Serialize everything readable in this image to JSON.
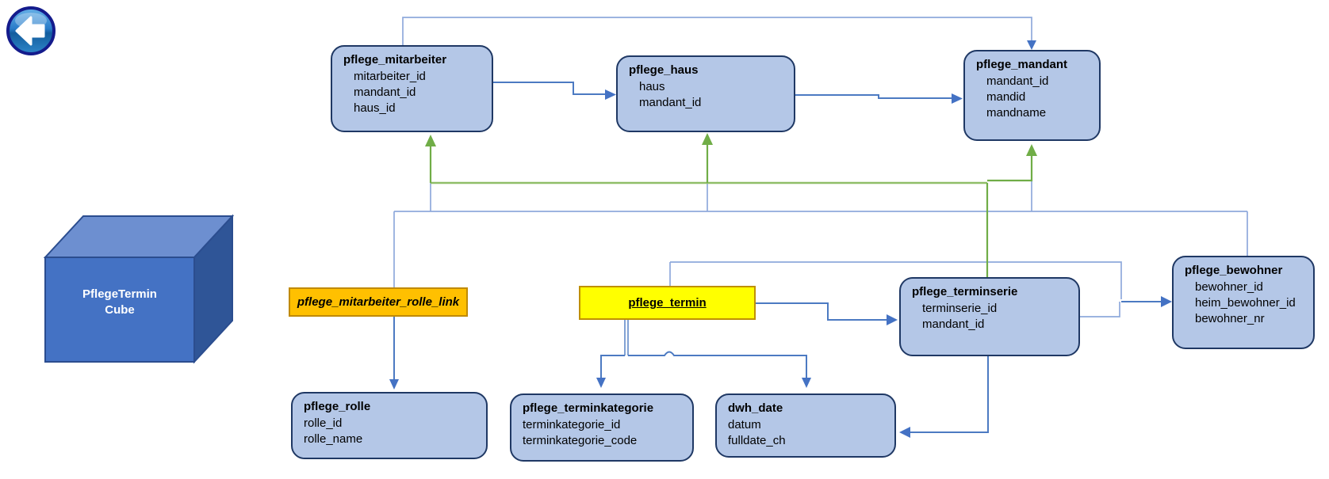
{
  "palette": {
    "entity_fill": "#b4c7e7",
    "entity_border": "#1f3864",
    "line_blue": "#4472c4",
    "line_light_blue": "#8faadc",
    "line_green": "#70ad47",
    "orange_fill": "#ffc000",
    "yellow_fill": "#ffff00",
    "link_border": "#bf9000",
    "cube_front": "#4472c4",
    "cube_top": "#6d8fd0",
    "cube_side": "#2f5597"
  },
  "back_button": {
    "icon": "arrow-left-icon"
  },
  "cube": {
    "line1": "PflegeTermin",
    "line2": "Cube"
  },
  "entities": {
    "mitarbeiter": {
      "title": "pflege_mitarbeiter",
      "fields": [
        "mitarbeiter_id",
        "mandant_id",
        "haus_id"
      ]
    },
    "haus": {
      "title": "pflege_haus",
      "fields": [
        "haus",
        "mandant_id"
      ]
    },
    "mandant": {
      "title": "pflege_mandant",
      "fields": [
        "mandant_id",
        "mandid",
        "mandname"
      ]
    },
    "mitarbeiter_rolle_link": {
      "title": "pflege_mitarbeiter_rolle_link"
    },
    "termin": {
      "title": "pflege_termin"
    },
    "terminserie": {
      "title": "pflege_terminserie",
      "fields": [
        "terminserie_id",
        "mandant_id"
      ]
    },
    "bewohner": {
      "title": "pflege_bewohner",
      "fields": [
        "bewohner_id",
        "heim_bewohner_id",
        "bewohner_nr"
      ]
    },
    "rolle": {
      "title": "pflege_rolle",
      "fields": [
        "rolle_id",
        "rolle_name"
      ]
    },
    "terminkategorie": {
      "title": "pflege_terminkategorie",
      "fields": [
        "terminkategorie_id",
        "terminkategorie_code"
      ]
    },
    "dwh_date": {
      "title": "dwh_date",
      "fields": [
        "datum",
        "fulldate_ch"
      ]
    }
  }
}
